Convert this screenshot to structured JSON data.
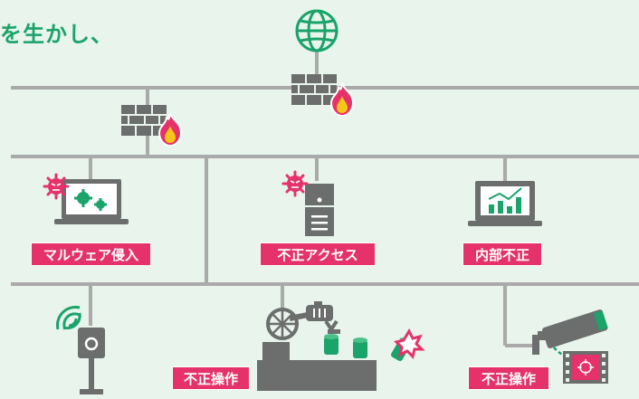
{
  "header": {
    "title_fragment": "を生かし、"
  },
  "labels": {
    "malware": "マルウェア侵入",
    "unauthorized_access": "不正アクセス",
    "internal_fraud": "内部不正",
    "tamper_factory": "不正操作",
    "tamper_camera": "不正操作"
  },
  "icons": {
    "internet": "globe-icon",
    "firewall": "firewall-icon",
    "fire": "fire-icon",
    "virus": "virus-icon",
    "pc": "laptop-icon",
    "server": "server-icon",
    "monitor": "monitor-chart-icon",
    "sensor": "wireless-sensor-icon",
    "robot": "robot-arm-icon",
    "camera": "security-camera-icon"
  },
  "colors": {
    "background": "#e8f4ec",
    "accent_green": "#1aa36a",
    "alert_pink": "#e5326a",
    "network_gray": "#a9aaa9",
    "device_gray": "#6b6e6d"
  }
}
